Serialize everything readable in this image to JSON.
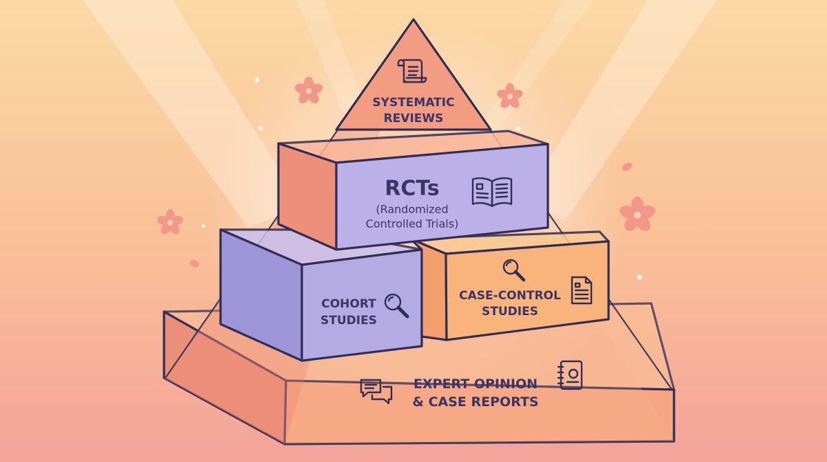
{
  "colors": {
    "bg_top": "#fbd6a3",
    "bg_bottom": "#f4a79c",
    "outline": "#2f2c55",
    "text": "#3a3566",
    "tier_apex": "#f29a80",
    "tier_rct": "#b8aee6",
    "tier_cohort": "#b0a8e0",
    "tier_case_control": "#f8b57c",
    "tier_base": "#f7a581",
    "flower": "#f2988a"
  },
  "tiers": {
    "systematic_reviews": {
      "line1": "SYSTEMATIC",
      "line2": "REVIEWS",
      "icon": "scroll-icon"
    },
    "rcts": {
      "title": "RCTs",
      "line1": "(Randomized",
      "line2": "Controlled Trials)",
      "icon": "open-book-icon"
    },
    "cohort_studies": {
      "line1": "COHORT",
      "line2": "STUDIES",
      "icon": "magnifier-icon"
    },
    "case_control_studies": {
      "line1": "CASE-CONTROL",
      "line2": "STUDIES",
      "icons": [
        "magnifier-icon",
        "document-icon"
      ]
    },
    "expert_opinion": {
      "line1": "EXPERT OPINION",
      "line2": "& CASE REPORTS",
      "icons": [
        "chat-bubbles-icon",
        "notebook-icon"
      ]
    }
  }
}
